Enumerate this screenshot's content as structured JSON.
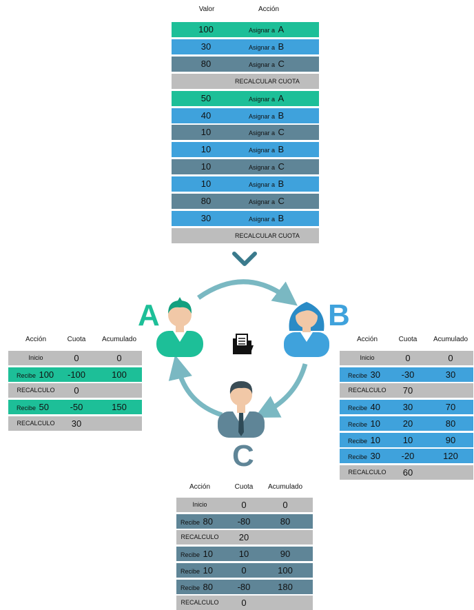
{
  "colors": {
    "green": "#1dbf98",
    "blue": "#3fa2dc",
    "slate": "#5f8597",
    "gray": "#bdbdbd",
    "letter_a": "#1dbf98",
    "letter_b": "#3fa2dc",
    "letter_c": "#5f8597",
    "arrow": "#7ab8c2"
  },
  "main_table": {
    "headers": {
      "valor": "Valor",
      "accion": "Acción"
    },
    "rows": [
      {
        "valor": "100",
        "accion": "Asignar a",
        "target": "A",
        "color": "green"
      },
      {
        "valor": "30",
        "accion": "Asignar a",
        "target": "B",
        "color": "blue"
      },
      {
        "valor": "80",
        "accion": "Asignar a",
        "target": "C",
        "color": "slate"
      },
      {
        "valor": "",
        "accion": "RECALCULAR CUOTA",
        "target": "",
        "color": "gray"
      },
      {
        "valor": "50",
        "accion": "Asignar a",
        "target": "A",
        "color": "green"
      },
      {
        "valor": "40",
        "accion": "Asignar a",
        "target": "B",
        "color": "blue"
      },
      {
        "valor": "10",
        "accion": "Asignar a",
        "target": "C",
        "color": "slate"
      },
      {
        "valor": "10",
        "accion": "Asignar a",
        "target": "B",
        "color": "blue"
      },
      {
        "valor": "10",
        "accion": "Asignar a",
        "target": "C",
        "color": "slate"
      },
      {
        "valor": "10",
        "accion": "Asignar a",
        "target": "B",
        "color": "blue"
      },
      {
        "valor": "80",
        "accion": "Asignar a",
        "target": "C",
        "color": "slate"
      },
      {
        "valor": "30",
        "accion": "Asignar a",
        "target": "B",
        "color": "blue"
      },
      {
        "valor": "",
        "accion": "RECALCULAR CUOTA",
        "target": "",
        "color": "gray"
      }
    ]
  },
  "labels": {
    "a": "A",
    "b": "B",
    "c": "C"
  },
  "icons": {
    "chevron": "chevron-down-icon",
    "person_a": "person-a-icon",
    "person_b": "person-b-icon",
    "person_c": "person-c-icon",
    "folder": "document-folder-icon"
  },
  "table_a": {
    "headers": {
      "accion": "Acción",
      "cuota": "Cuota",
      "acumulado": "Acumulado"
    },
    "rows": [
      {
        "accion": "Inicio",
        "num": "",
        "cuota": "0",
        "acumulado": "0",
        "color": "gray"
      },
      {
        "accion": "Recibe",
        "num": "100",
        "cuota": "-100",
        "acumulado": "100",
        "color": "green"
      },
      {
        "accion": "RECALCULO",
        "num": "",
        "cuota": "0",
        "acumulado": "",
        "color": "gray"
      },
      {
        "accion": "Recibe",
        "num": "50",
        "cuota": "-50",
        "acumulado": "150",
        "color": "green"
      },
      {
        "accion": "RECALCULO",
        "num": "",
        "cuota": "30",
        "acumulado": "",
        "color": "gray"
      }
    ]
  },
  "table_b": {
    "headers": {
      "accion": "Acción",
      "cuota": "Cuota",
      "acumulado": "Acumulado"
    },
    "rows": [
      {
        "accion": "Inicio",
        "num": "",
        "cuota": "0",
        "acumulado": "0",
        "color": "gray"
      },
      {
        "accion": "Recibe",
        "num": "30",
        "cuota": "-30",
        "acumulado": "30",
        "color": "blue"
      },
      {
        "accion": "RECALCULO",
        "num": "",
        "cuota": "70",
        "acumulado": "",
        "color": "gray"
      },
      {
        "accion": "Recibe",
        "num": "40",
        "cuota": "30",
        "acumulado": "70",
        "color": "blue"
      },
      {
        "accion": "Recibe",
        "num": "10",
        "cuota": "20",
        "acumulado": "80",
        "color": "blue"
      },
      {
        "accion": "Recibe",
        "num": "10",
        "cuota": "10",
        "acumulado": "90",
        "color": "blue"
      },
      {
        "accion": "Recibe",
        "num": "30",
        "cuota": "-20",
        "acumulado": "120",
        "color": "blue"
      },
      {
        "accion": "RECALCULO",
        "num": "",
        "cuota": "60",
        "acumulado": "",
        "color": "gray"
      }
    ]
  },
  "table_c": {
    "headers": {
      "accion": "Acción",
      "cuota": "Cuota",
      "acumulado": "Acumulado"
    },
    "rows": [
      {
        "accion": "Inicio",
        "num": "",
        "cuota": "0",
        "acumulado": "0",
        "color": "gray"
      },
      {
        "accion": "Recibe",
        "num": "80",
        "cuota": "-80",
        "acumulado": "80",
        "color": "slate"
      },
      {
        "accion": "RECALCULO",
        "num": "",
        "cuota": "20",
        "acumulado": "",
        "color": "gray"
      },
      {
        "accion": "Recibe",
        "num": "10",
        "cuota": "10",
        "acumulado": "90",
        "color": "slate"
      },
      {
        "accion": "Recibe",
        "num": "10",
        "cuota": "0",
        "acumulado": "100",
        "color": "slate"
      },
      {
        "accion": "Recibe",
        "num": "80",
        "cuota": "-80",
        "acumulado": "180",
        "color": "slate"
      },
      {
        "accion": "RECALCULO",
        "num": "",
        "cuota": "0",
        "acumulado": "",
        "color": "gray"
      }
    ]
  }
}
